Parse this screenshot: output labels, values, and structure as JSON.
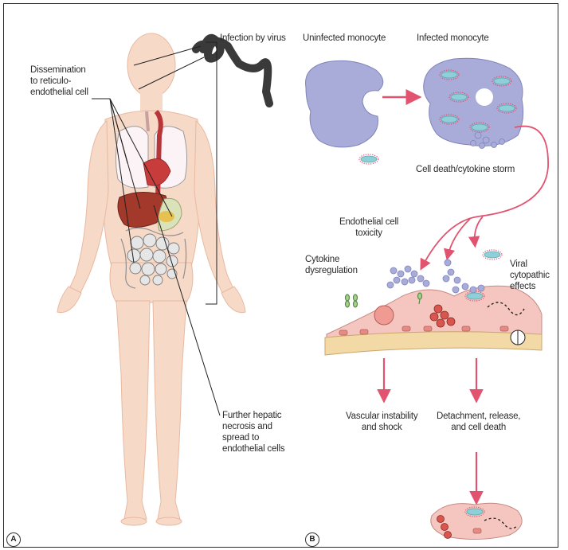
{
  "panel_a": {
    "letter": "A",
    "infection_label": "Infection by virus",
    "dissemination_label": "Dissemination\nto reticulo-\nendothelial cell",
    "hepatic_label": "Further hepatic\nnecrosis and\nspread to\nendothelial cells"
  },
  "panel_b": {
    "letter": "B",
    "uninfected_label": "Uninfected monocyte",
    "infected_label": "Infected monocyte",
    "cell_death_label": "Cell death/cytokine storm",
    "endothelial_toxicity_label": "Endothelial cell\ntoxicity",
    "cytokine_dysregulation_label": "Cytokine\ndysregulation",
    "viral_cytopathic_label": "Viral\ncytopathic\neffects",
    "vascular_label": "Vascular instability\nand shock",
    "detachment_label": "Detachment, release,\nand cell death"
  },
  "colors": {
    "skin": "#f7d9c7",
    "skin_edge": "#e8b9a0",
    "monocyte": "#a9acd8",
    "monocyte_edge": "#7f84bb",
    "virus": "#8fd0d8",
    "virus_spike": "#e0506a",
    "arrow": "#e2536f",
    "liver": "#a2392a",
    "virus_body": "#3a3a3a",
    "endothelium": "#f5c6bf",
    "membrane": "#f3d9a6"
  }
}
